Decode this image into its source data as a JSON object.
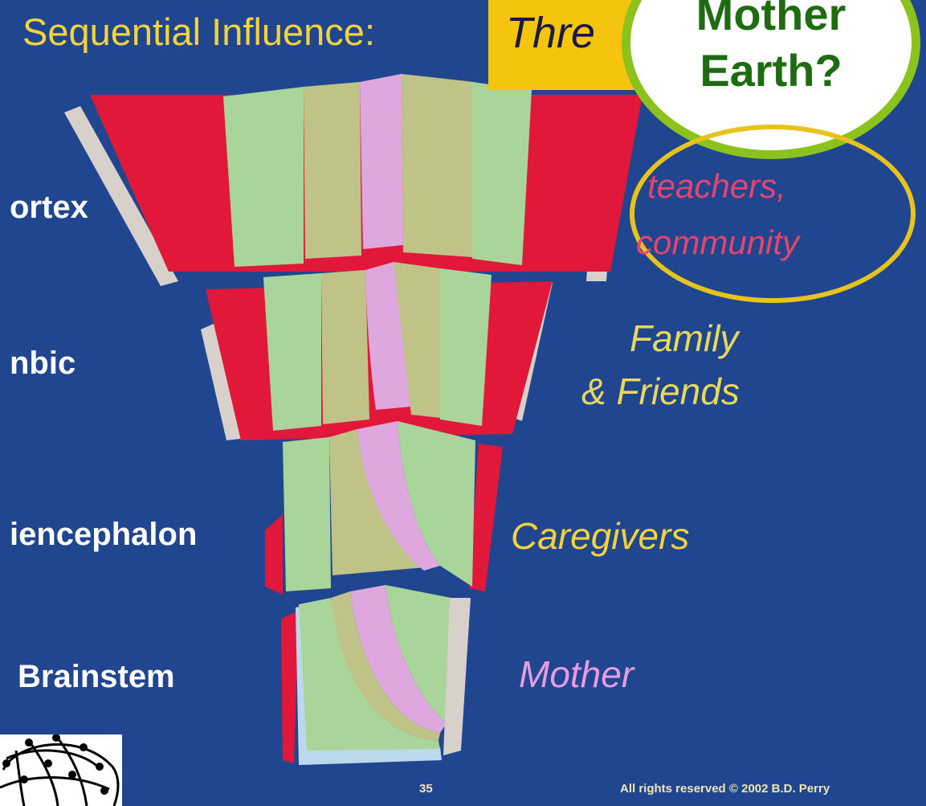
{
  "title": {
    "prefix": "Sequential Influence:",
    "highlight": "Thre"
  },
  "bubble": {
    "line1": "Mother",
    "line2": "Earth?"
  },
  "regions": {
    "cortex": "ortex",
    "limbic": "nbic",
    "diencephalon": "iencephalon",
    "brainstem": "Brainstem"
  },
  "influences": {
    "community_line1": "teachers,",
    "community_line2": "community",
    "family_line1": "Family",
    "family_line2": "& Friends",
    "caregivers": "Caregivers",
    "mother": "Mother"
  },
  "footer": {
    "page_number": "35",
    "copyright": "All rights reserved © 2002 B.D. Perry"
  },
  "colors": {
    "background": "#20468f",
    "title_yellow": "#f2d33c",
    "highlight_box": "#f4c40f",
    "bubble_border": "#8cc21c",
    "bubble_text": "#1e6b12",
    "ring": "#e9c31d",
    "community_text": "#e5456d",
    "family_text": "#e8d85a",
    "caregivers_text": "#f2d33c",
    "mother_text": "#e79be2",
    "layer_red": "#e1183a",
    "layer_green": "#a9d59a",
    "layer_tan": "#bfc388",
    "layer_pink": "#dea7dd"
  }
}
